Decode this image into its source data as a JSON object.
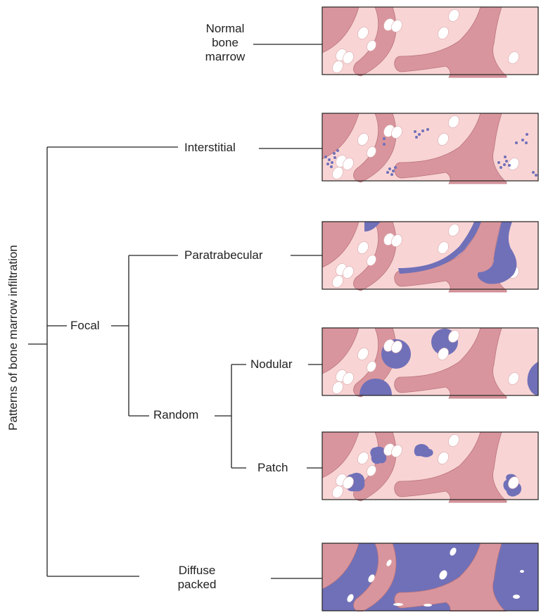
{
  "title": "Patterns of bone marrow infiltration",
  "labels": {
    "normal_line1": "Normal",
    "normal_line2": "bone",
    "normal_line3": "marrow",
    "interstitial": "Interstitial",
    "focal": "Focal",
    "paratrabecular": "Paratrabecular",
    "random": "Random",
    "nodular": "Nodular",
    "patch": "Patch",
    "diffuse_line1": "Diffuse",
    "diffuse_line2": "packed"
  },
  "colors": {
    "marrow": "#f8d4d4",
    "trabecula": "#d9959d",
    "trabecula_edge": "#b9747c",
    "infiltrate": "#7070b8",
    "fat_cell": "#ffffff",
    "line": "#222222"
  }
}
